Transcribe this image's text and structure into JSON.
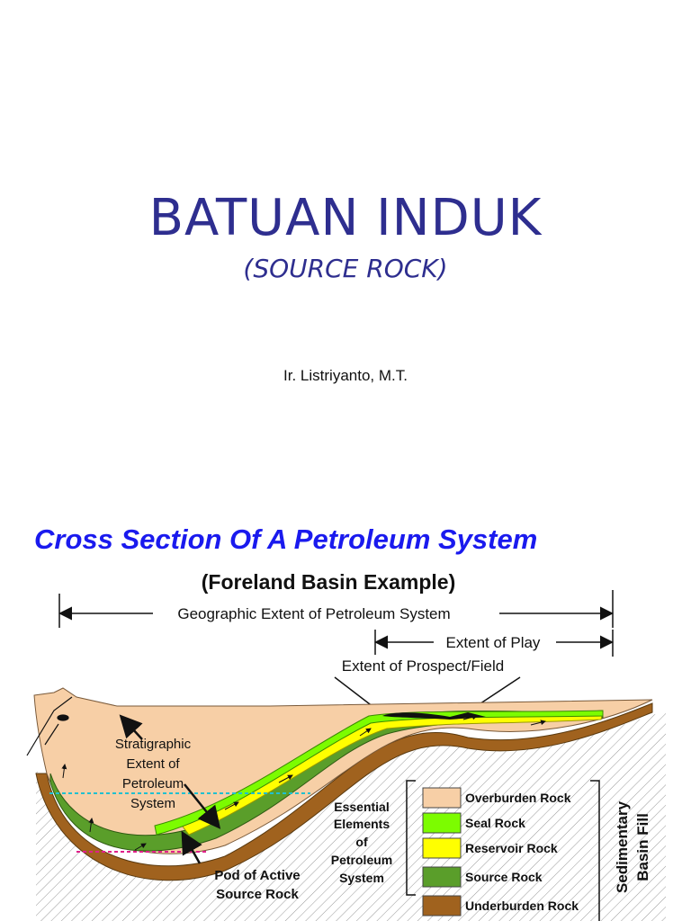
{
  "slide1": {
    "title": "BATUAN INDUK",
    "subtitle": "(SOURCE ROCK)",
    "author": "Ir. Listriyanto, M.T."
  },
  "slide2": {
    "title": "Cross Section Of A Petroleum System",
    "subtitle": "(Foreland Basin Example)",
    "extent_petroleum_system": "Geographic Extent of Petroleum System",
    "extent_play": "Extent of Play",
    "extent_prospect": "Extent of Prospect/Field",
    "stratigraphic_extent": [
      "Stratigraphic",
      "Extent of",
      "Petroleum",
      "System"
    ],
    "pod_label": [
      "Pod of Active",
      "Source Rock"
    ],
    "essential_elements": [
      "Essential",
      "Elements",
      "of",
      "Petroleum",
      "System"
    ],
    "legend": [
      {
        "label": "Overburden Rock",
        "color": "#f7cfa6"
      },
      {
        "label": "Seal Rock",
        "color": "#7cfc00"
      },
      {
        "label": "Reservoir Rock",
        "color": "#ffff00"
      },
      {
        "label": "Source Rock",
        "color": "#5a9e2a"
      },
      {
        "label": "Underburden Rock",
        "color": "#a0621e"
      }
    ],
    "basin_fill": [
      "Sedimentary",
      "Basin Fill"
    ]
  }
}
